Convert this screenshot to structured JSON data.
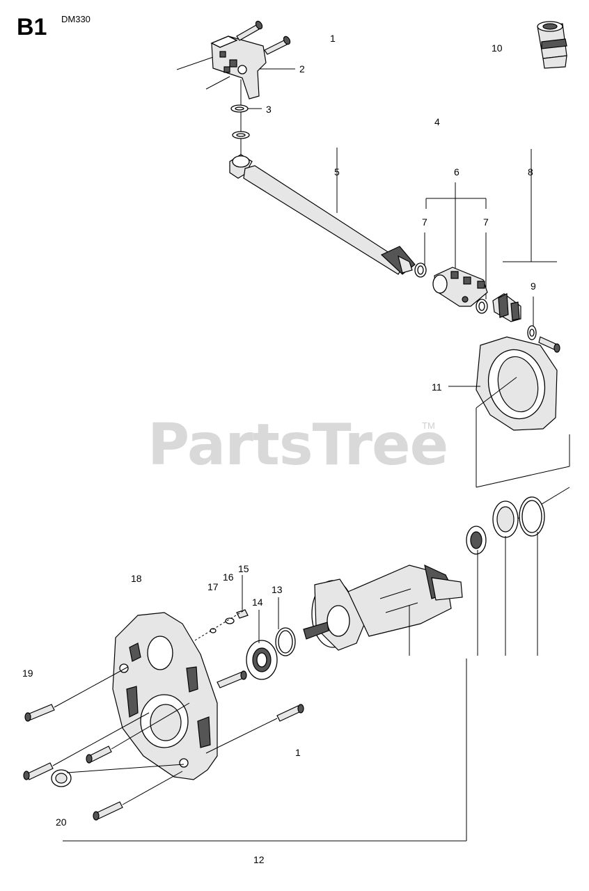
{
  "header": {
    "section_code": "B1",
    "model": "DM330"
  },
  "watermark": {
    "text": "PartsTree",
    "trademark": "TM"
  },
  "callouts": [
    {
      "id": "c1-top",
      "text": "1"
    },
    {
      "id": "c2",
      "text": "2"
    },
    {
      "id": "c3",
      "text": "3"
    },
    {
      "id": "c4",
      "text": "4"
    },
    {
      "id": "c5",
      "text": "5"
    },
    {
      "id": "c6",
      "text": "6"
    },
    {
      "id": "c7a",
      "text": "7"
    },
    {
      "id": "c7b",
      "text": "7"
    },
    {
      "id": "c8",
      "text": "8"
    },
    {
      "id": "c9",
      "text": "9"
    },
    {
      "id": "c10",
      "text": "10"
    },
    {
      "id": "c11",
      "text": "11"
    },
    {
      "id": "c12",
      "text": "12"
    },
    {
      "id": "c13",
      "text": "13"
    },
    {
      "id": "c14",
      "text": "14"
    },
    {
      "id": "c15",
      "text": "15"
    },
    {
      "id": "c16",
      "text": "16"
    },
    {
      "id": "c17",
      "text": "17"
    },
    {
      "id": "c18",
      "text": "18"
    },
    {
      "id": "c19",
      "text": "19"
    },
    {
      "id": "c20",
      "text": "20"
    },
    {
      "id": "c1-bottom",
      "text": "1"
    }
  ]
}
